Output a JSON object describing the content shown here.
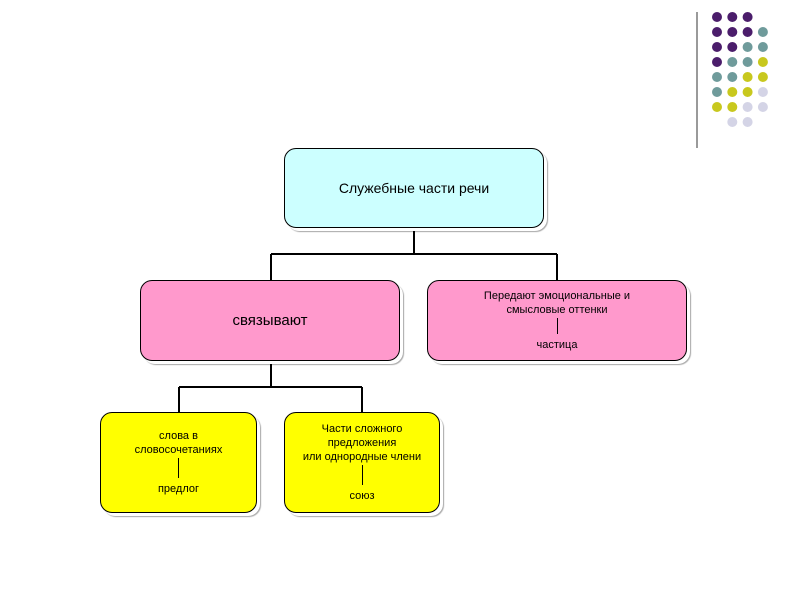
{
  "colors": {
    "dot_purple": "#4b1d6b",
    "dot_teal": "#6f9b9b",
    "dot_yellow": "#c8c81e",
    "dot_light": "#d4d4e6",
    "root_fill": "#ccffff",
    "pink_fill": "#ff99cc",
    "yellow_fill": "#ffff00",
    "line": "#000000"
  },
  "diagram": {
    "root": {
      "label": "Служебные части речи"
    },
    "connects": {
      "label": "связывают"
    },
    "emotional": {
      "line1": "Передают эмоциональные и",
      "line2": "смысловые оттенки",
      "example": "частица"
    },
    "phrases": {
      "line1": "слова в",
      "line2": "словосочетаниях",
      "example": "предлог"
    },
    "sentence": {
      "line1": "Части сложного",
      "line2": "предложения",
      "line3": "или однородные члени",
      "example": "союз"
    }
  }
}
